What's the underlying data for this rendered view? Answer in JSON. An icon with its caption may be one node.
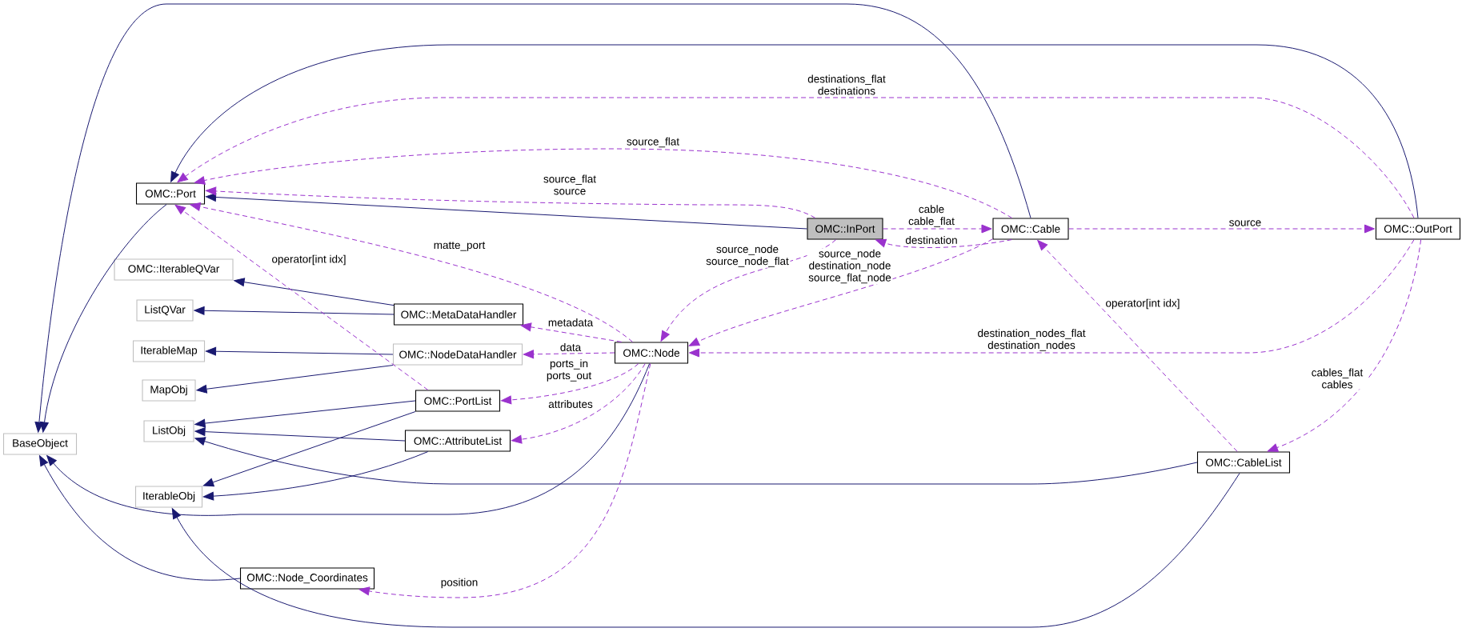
{
  "diagram": {
    "nodes": [
      {
        "text": [
          "OMC::Port"
        ]
      },
      {
        "text": [
          "OMC::InPort"
        ]
      },
      {
        "text": [
          "OMC::Cable"
        ]
      },
      {
        "text": [
          "OMC::OutPort"
        ]
      },
      {
        "text": [
          "OMC::IterableQVar"
        ]
      },
      {
        "text": [
          "ListQVar"
        ]
      },
      {
        "text": [
          "OMC::MetaDataHandler"
        ]
      },
      {
        "text": [
          "IterableMap"
        ]
      },
      {
        "text": [
          "OMC::NodeDataHandler"
        ]
      },
      {
        "text": [
          "OMC::Node"
        ]
      },
      {
        "text": [
          "MapObj"
        ]
      },
      {
        "text": [
          "OMC::PortList"
        ]
      },
      {
        "text": [
          "ListObj"
        ]
      },
      {
        "text": [
          "OMC::AttributeList"
        ]
      },
      {
        "text": [
          "BaseObject"
        ]
      },
      {
        "text": [
          "IterableObj"
        ]
      },
      {
        "text": [
          "OMC::Node_Coordinates"
        ]
      },
      {
        "text": [
          "OMC::CableList"
        ]
      }
    ],
    "edges": [
      {
        "from": 0,
        "to": 14,
        "arrow": "to",
        "color": "#191970"
      },
      {
        "from": 2,
        "to": 14,
        "arrow": "to",
        "color": "#191970"
      },
      {
        "from": 3,
        "to": 0,
        "arrow": "to",
        "color": "#191970"
      },
      {
        "from": 1,
        "to": 0,
        "arrow": "to",
        "color": "#191970"
      },
      {
        "from": 6,
        "to": 4,
        "arrow": "to",
        "color": "#191970"
      },
      {
        "from": 6,
        "to": 5,
        "arrow": "to",
        "color": "#191970"
      },
      {
        "from": 8,
        "to": 7,
        "arrow": "to",
        "color": "#191970"
      },
      {
        "from": 8,
        "to": 10,
        "arrow": "to",
        "color": "#191970"
      },
      {
        "from": 11,
        "to": 12,
        "arrow": "to",
        "color": "#191970"
      },
      {
        "from": 11,
        "to": 15,
        "arrow": "to",
        "color": "#191970"
      },
      {
        "from": 13,
        "to": 12,
        "arrow": "to",
        "color": "#191970"
      },
      {
        "from": 13,
        "to": 15,
        "arrow": "to",
        "color": "#191970"
      },
      {
        "from": 9,
        "to": 14,
        "arrow": "to",
        "color": "#191970"
      },
      {
        "from": 17,
        "to": 12,
        "arrow": "to",
        "color": "#191970"
      },
      {
        "from": 17,
        "to": 15,
        "arrow": "to",
        "color": "#191970"
      },
      {
        "from": 16,
        "to": 14,
        "arrow": "to",
        "color": "#191970"
      },
      {
        "from": 3,
        "to": 0,
        "arrow": "to",
        "style": "dashed",
        "label": "destinations_flat destinations"
      },
      {
        "from": 2,
        "to": 0,
        "arrow": "to",
        "style": "dashed",
        "label": "source_flat"
      },
      {
        "from": 1,
        "to": 0,
        "arrow": "to",
        "style": "dashed",
        "label": "source_flat source"
      },
      {
        "from": 9,
        "to": 0,
        "arrow": "to",
        "style": "dashed",
        "label": "matte_port"
      },
      {
        "from": 11,
        "to": 0,
        "arrow": "to",
        "style": "dashed",
        "label": "operator[int idx]"
      },
      {
        "from": 2,
        "to": 1,
        "arrow": "to",
        "style": "dashed",
        "label": "destination"
      },
      {
        "from": 1,
        "to": 2,
        "arrow": "to",
        "style": "dashed",
        "label": "cable cable_flat"
      },
      {
        "from": 2,
        "to": 3,
        "arrow": "to",
        "style": "dashed",
        "label": "source"
      },
      {
        "from": 1,
        "to": 9,
        "arrow": "to",
        "style": "dashed",
        "label": "source_node source_node_flat"
      },
      {
        "from": 2,
        "to": 9,
        "arrow": "to",
        "style": "dashed",
        "label": "source_node destination_node source_flat_node"
      },
      {
        "from": 3,
        "to": 9,
        "arrow": "to",
        "style": "dashed",
        "label": "destination_nodes_flat destination_nodes"
      },
      {
        "from": 17,
        "to": 2,
        "arrow": "to",
        "style": "dashed",
        "label": "operator[int idx]"
      },
      {
        "from": 3,
        "to": 17,
        "arrow": "to",
        "style": "dashed",
        "label": "cables_flat cables"
      },
      {
        "from": 9,
        "to": 6,
        "arrow": "to",
        "style": "dashed",
        "label": "metadata"
      },
      {
        "from": 9,
        "to": 8,
        "arrow": "to",
        "style": "dashed",
        "label": "data"
      },
      {
        "from": 9,
        "to": 11,
        "arrow": "to",
        "style": "dashed",
        "label": "ports_in ports_out"
      },
      {
        "from": 9,
        "to": 13,
        "arrow": "to",
        "style": "dashed",
        "label": "attributes"
      },
      {
        "from": 9,
        "to": 16,
        "arrow": "to",
        "style": "dashed",
        "label": "position"
      }
    ]
  }
}
